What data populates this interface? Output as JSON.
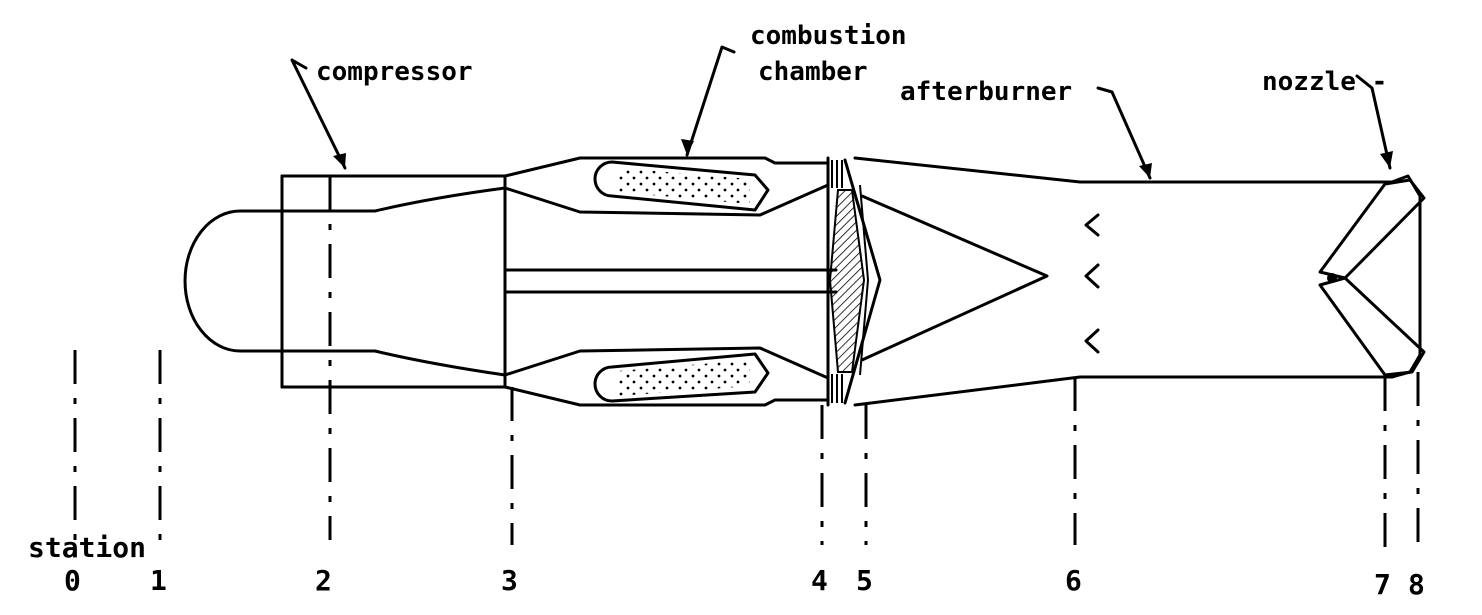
{
  "components": {
    "compressor": "compressor",
    "combustion_line1": "combustion",
    "combustion_line2": "chamber",
    "afterburner": "afterburner",
    "nozzle": "nozzle -"
  },
  "stations": {
    "prefix": "station",
    "labels": [
      "0",
      "1",
      "2",
      "3",
      "4",
      "5",
      "6",
      "7",
      "8"
    ]
  }
}
